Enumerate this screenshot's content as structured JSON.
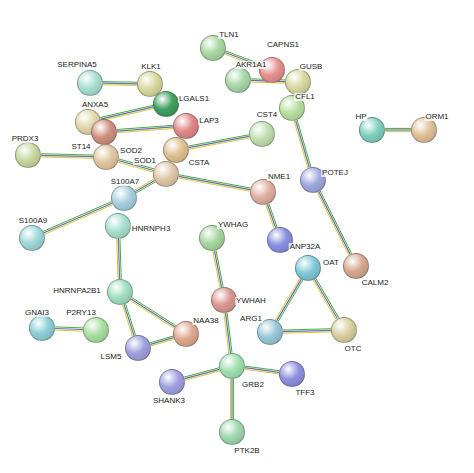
{
  "diagram": {
    "nodes": [
      {
        "text": [
          "TLN1"
        ]
      },
      {
        "text": [
          "CAPNS1"
        ]
      },
      {
        "text": [
          "AKR1A1"
        ]
      },
      {
        "text": [
          "GUSB"
        ]
      },
      {
        "text": [
          "SERPINA5"
        ]
      },
      {
        "text": [
          "KLK1"
        ]
      },
      {
        "text": [
          "LGALS1"
        ]
      },
      {
        "text": [
          "ANXA5"
        ]
      },
      {
        "text": [
          "CFL1"
        ]
      },
      {
        "text": [
          "LAP3"
        ]
      },
      {
        "text": [
          "ST14"
        ]
      },
      {
        "text": [
          "SOD2"
        ]
      },
      {
        "text": [
          "CST4"
        ]
      },
      {
        "text": [
          "HP"
        ]
      },
      {
        "text": [
          "ORM1"
        ]
      },
      {
        "text": [
          "PRDX3"
        ]
      },
      {
        "text": [
          "CSTA"
        ]
      },
      {
        "text": [
          "SOD1"
        ]
      },
      {
        "text": [
          "POTEJ"
        ]
      },
      {
        "text": [
          "NME1"
        ]
      },
      {
        "text": [
          "S100A7"
        ]
      },
      {
        "text": [
          "HNRNPH3"
        ]
      },
      {
        "text": [
          "S100A9"
        ]
      },
      {
        "text": [
          "YWHAG"
        ]
      },
      {
        "text": [
          "ANP32A"
        ]
      },
      {
        "text": [
          "OAT"
        ]
      },
      {
        "text": [
          "CALM2"
        ]
      },
      {
        "text": [
          "HNRNPA2B1"
        ]
      },
      {
        "text": [
          "YWHAH"
        ]
      },
      {
        "text": [
          "GNAI3"
        ]
      },
      {
        "text": [
          "P2RY13"
        ]
      },
      {
        "text": [
          "ARG1"
        ]
      },
      {
        "text": [
          "OTC"
        ]
      },
      {
        "text": [
          "NAA38"
        ]
      },
      {
        "text": [
          "LSM5"
        ]
      },
      {
        "text": [
          "GRB2"
        ]
      },
      {
        "text": [
          "TFF3"
        ]
      },
      {
        "text": [
          "SHANK3"
        ]
      },
      {
        "text": [
          "PTK2B"
        ]
      }
    ],
    "edges": [
      {
        "from": 0,
        "to": 1,
        "arrow": "none"
      },
      {
        "from": 2,
        "to": 3,
        "arrow": "none"
      },
      {
        "from": 4,
        "to": 5,
        "arrow": "none"
      },
      {
        "from": 7,
        "to": 6,
        "arrow": "none"
      },
      {
        "from": 10,
        "to": 9,
        "arrow": "none"
      },
      {
        "from": 15,
        "to": 11,
        "arrow": "none"
      },
      {
        "from": 11,
        "to": 17,
        "arrow": "none"
      },
      {
        "from": 16,
        "to": 12,
        "arrow": "none"
      },
      {
        "from": 17,
        "to": 19,
        "arrow": "none"
      },
      {
        "from": 17,
        "to": 20,
        "arrow": "none"
      },
      {
        "from": 8,
        "to": 18,
        "arrow": "none"
      },
      {
        "from": 18,
        "to": 26,
        "arrow": "none"
      },
      {
        "from": 13,
        "to": 14,
        "arrow": "none"
      },
      {
        "from": 19,
        "to": 24,
        "arrow": "none"
      },
      {
        "from": 22,
        "to": 20,
        "arrow": "none"
      },
      {
        "from": 21,
        "to": 27,
        "arrow": "none"
      },
      {
        "from": 23,
        "to": 28,
        "arrow": "none"
      },
      {
        "from": 25,
        "to": 31,
        "arrow": "none"
      },
      {
        "from": 25,
        "to": 32,
        "arrow": "none"
      },
      {
        "from": 31,
        "to": 32,
        "arrow": "none"
      },
      {
        "from": 27,
        "to": 34,
        "arrow": "none"
      },
      {
        "from": 27,
        "to": 33,
        "arrow": "none"
      },
      {
        "from": 34,
        "to": 33,
        "arrow": "none"
      },
      {
        "from": 29,
        "to": 30,
        "arrow": "none"
      },
      {
        "from": 28,
        "to": 35,
        "arrow": "none"
      },
      {
        "from": 37,
        "to": 35,
        "arrow": "none"
      },
      {
        "from": 35,
        "to": 36,
        "arrow": "none"
      },
      {
        "from": 35,
        "to": 38,
        "arrow": "none"
      }
    ]
  }
}
